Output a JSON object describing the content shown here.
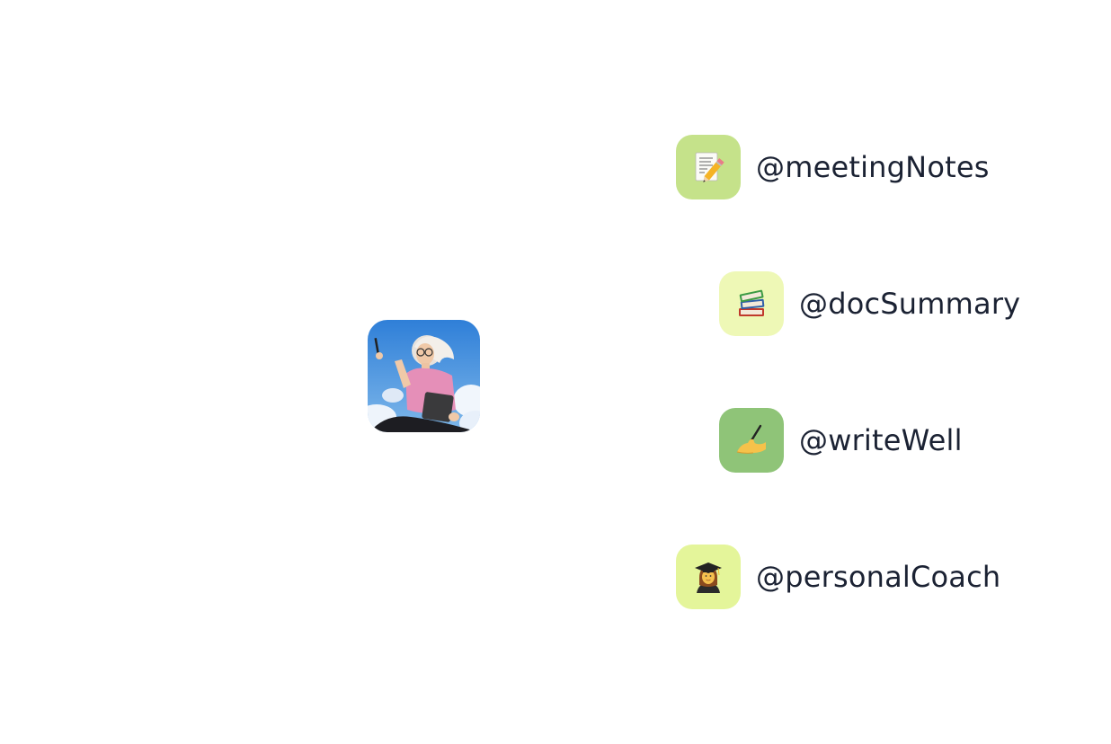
{
  "avatar": {
    "alt": "user avatar"
  },
  "agents": [
    {
      "label": "@meetingNotes",
      "icon": "memo-icon",
      "bg": "#c5e28a"
    },
    {
      "label": "@docSummary",
      "icon": "books-icon",
      "bg": "#eef8b6"
    },
    {
      "label": "@writeWell",
      "icon": "writing-hand-icon",
      "bg": "#8fc478"
    },
    {
      "label": "@personalCoach",
      "icon": "teacher-icon",
      "bg": "#e4f59a"
    }
  ]
}
